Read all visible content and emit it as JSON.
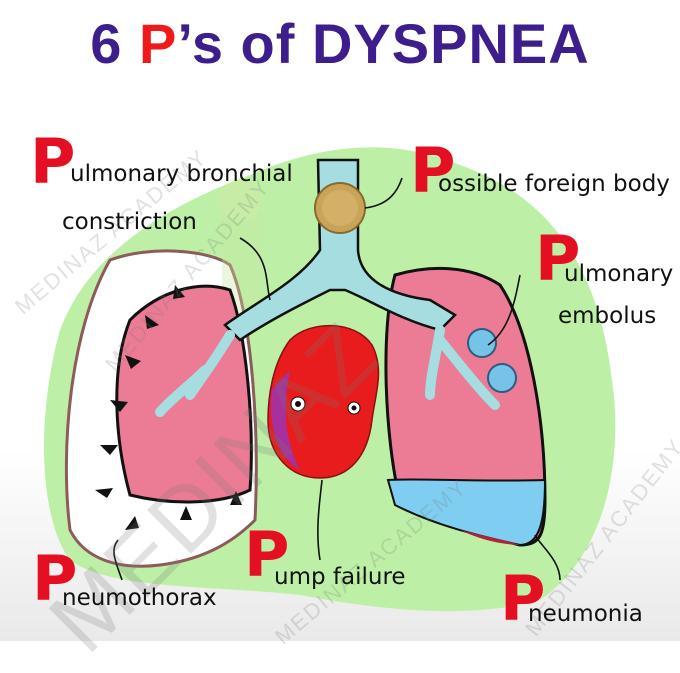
{
  "title": {
    "prefix": "6 ",
    "p": "P",
    "suffix": "’s of DYSPNEA"
  },
  "colors": {
    "title": "#3d1e8c",
    "p_letter": "#e40f22",
    "background_blob": "#bdf0a6",
    "lung_pink": "#ec7b95",
    "airway_blue": "#a6dde0",
    "heart_red": "#e81c1c",
    "fluid_blue": "#7fcdf0"
  },
  "labels": [
    {
      "id": "pulmonary-bronchial-constriction",
      "p": "P",
      "line1": "ulmonary bronchial",
      "line2": "constriction"
    },
    {
      "id": "possible-foreign-body",
      "p": "P",
      "line1": "ossible foreign body"
    },
    {
      "id": "pulmonary-embolus",
      "p": "P",
      "line1": "ulmonary",
      "line2": "embolus"
    },
    {
      "id": "pneumothorax",
      "p": "P",
      "line1": "neumothorax"
    },
    {
      "id": "pump-failure",
      "p": "P",
      "line1": "ump failure"
    },
    {
      "id": "pneumonia",
      "p": "P",
      "line1": "neumonia"
    }
  ],
  "watermarks": [
    "MEDINAZ ACADEMY",
    "MEDINAZ ACADEMY",
    "MEDINAZ ACADEMY",
    "MEDINAZ ACADEMY",
    "MEDINAZ"
  ]
}
